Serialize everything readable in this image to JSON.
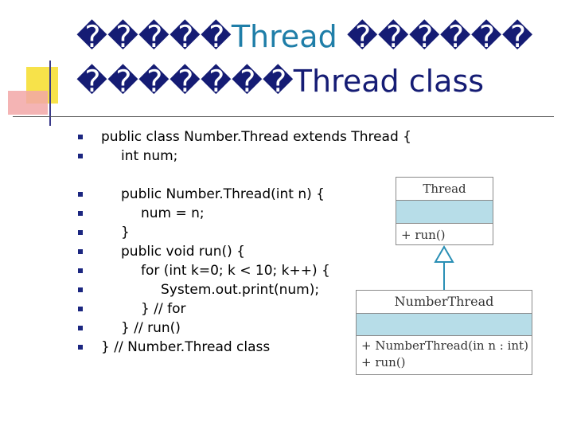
{
  "title": {
    "line1_prefix": "�����",
    "line1_highlight": "Thread",
    "line1_suffix": " ������",
    "line2_prefix": "�������",
    "line2_highlight": "Thread",
    "line2_suffix": " class"
  },
  "code": {
    "lines": [
      "public class Number.Thread extends Thread {",
      "int num;",
      "public Number.Thread(int n) {",
      "num = n;",
      "}",
      "public void run() {",
      "for (int k=0; k < 10; k++) {",
      "System.out.print(num);",
      "} // for",
      "} // run()",
      "} // Number.Thread class"
    ]
  },
  "uml": {
    "parent": {
      "name": "Thread",
      "methods": [
        "+ run()"
      ]
    },
    "child": {
      "name": "NumberThread",
      "methods": [
        "+ NumberThread(in n : int)",
        "+ run()"
      ]
    },
    "colors": {
      "attribute_fill": "#b7dde8",
      "arrow": "#2a8fb5",
      "box_border": "#8a8a8a"
    }
  },
  "theme": {
    "title_color": "#151c74",
    "title_highlight_color": "#1f7ea8",
    "bullet_color": "#1b2680"
  }
}
